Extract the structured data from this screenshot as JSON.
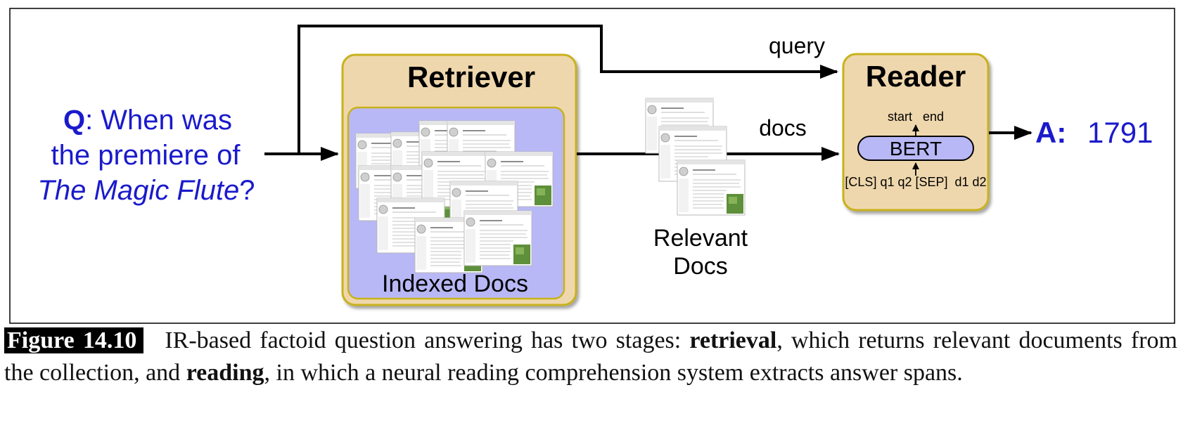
{
  "question": {
    "q_label": "Q",
    "line1_rest": ": When was",
    "line2": "the premiere of",
    "line3_italic": "The Magic Flute",
    "line3_tail": "?"
  },
  "retriever": {
    "title": "Retriever",
    "inner_label": "Indexed Docs"
  },
  "relevant_docs": {
    "line1": "Relevant",
    "line2": "Docs"
  },
  "arrows": {
    "query_label": "query",
    "docs_label": "docs"
  },
  "reader": {
    "title": "Reader",
    "model": "BERT",
    "outputs": "start   end",
    "inputs": "[CLS] q1 q2 [SEP]  d1 d2"
  },
  "answer": {
    "label": "A:",
    "value": "1791"
  },
  "caption": {
    "figure_label": "Figure 14.10",
    "part1": "IR-based factoid question answering has two stages: ",
    "bold1": "retrieval",
    "part2": ", which returns relevant documents from the collection, and ",
    "bold2": "reading",
    "part3": ", in which a neural reading comprehension system extracts answer spans."
  },
  "colors": {
    "blue_text": "#1a1acc",
    "box_fill": "#efd7ad",
    "box_border": "#c8b21a",
    "inner_fill": "#b8b8f6",
    "bert_fill": "#b8b8f6"
  }
}
